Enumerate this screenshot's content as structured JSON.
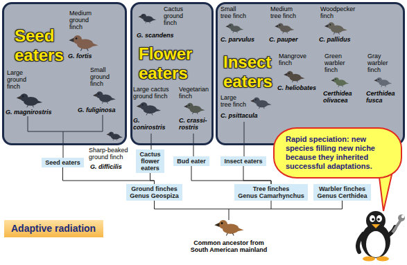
{
  "diagram": {
    "nodes": [
      {
        "text": [
          "Seed eaters"
        ]
      },
      {
        "text": [
          "Flower eaters"
        ]
      },
      {
        "text": [
          "Insect eaters"
        ]
      },
      {
        "text": [
          "Seed eaters"
        ]
      },
      {
        "text": [
          "Cactus flower eaters"
        ]
      },
      {
        "text": [
          "Bud eater"
        ]
      },
      {
        "text": [
          "Insect eaters"
        ]
      },
      {
        "text": [
          "Ground finches Genus Geospiza"
        ]
      },
      {
        "text": [
          "Tree finches Genus Camarhynchus"
        ]
      },
      {
        "text": [
          "Warbler finches Genus Certhidea"
        ]
      },
      {
        "text": [
          "Rapid speciation: new species filling new niche because they inherited successful adaptations."
        ]
      },
      {
        "text": [
          "Adaptive radiation"
        ]
      }
    ],
    "edges": [
      {
        "from": 7,
        "to": 3,
        "arrow": "none"
      },
      {
        "from": 7,
        "to": 4,
        "arrow": "none"
      },
      {
        "from": 8,
        "to": 5,
        "arrow": "none"
      },
      {
        "from": 8,
        "to": 6,
        "arrow": "none"
      }
    ],
    "labels": [
      "Medium ground finch",
      "G. fortis",
      "Large ground finch",
      "G. magnirostris",
      "Small ground finch",
      "G. fuliginosa",
      "Cactus ground finch",
      "G. scandens",
      "Large cactus ground finch",
      "G. conirostris",
      "Vegetarian finch",
      "C. crassi- rostris",
      "Small tree finch",
      "C. parvulus",
      "Medium tree finch",
      "C. pauper",
      "Woodpecker finch",
      "C. pallidus",
      "Large tree finch",
      "C. psittacula",
      "Mangrove finch",
      "C. heliobates",
      "Green warbler finch",
      "Certhidea olivacea",
      "Gray warbler finch",
      "Certhidea fusca",
      "Sharp-beaked ground finch",
      "G. difficilis",
      "Common ancestor from South American mainland"
    ]
  }
}
